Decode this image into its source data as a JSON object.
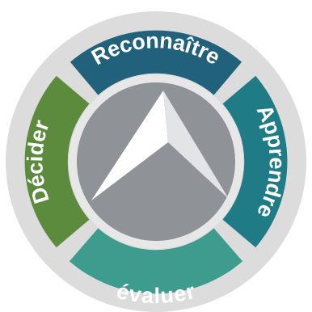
{
  "segments": {
    "top": {
      "label": "Reconnaître",
      "color": "#21617b"
    },
    "right": {
      "label": "Apprendre",
      "color": "#1f7c86"
    },
    "bottom": {
      "label": "évaluer",
      "color": "#3e9c8e"
    },
    "left": {
      "label": "Décider",
      "color": "#5d8b3d"
    }
  },
  "colors": {
    "outer_ring": "#dcdcdc",
    "inner_ring": "#e7e7e7",
    "center_disc": "#8f9296",
    "arrow_light": "#ffffff",
    "arrow_shade": "#e2e4e6"
  },
  "icons": {
    "center": "compass-arrow-icon"
  }
}
